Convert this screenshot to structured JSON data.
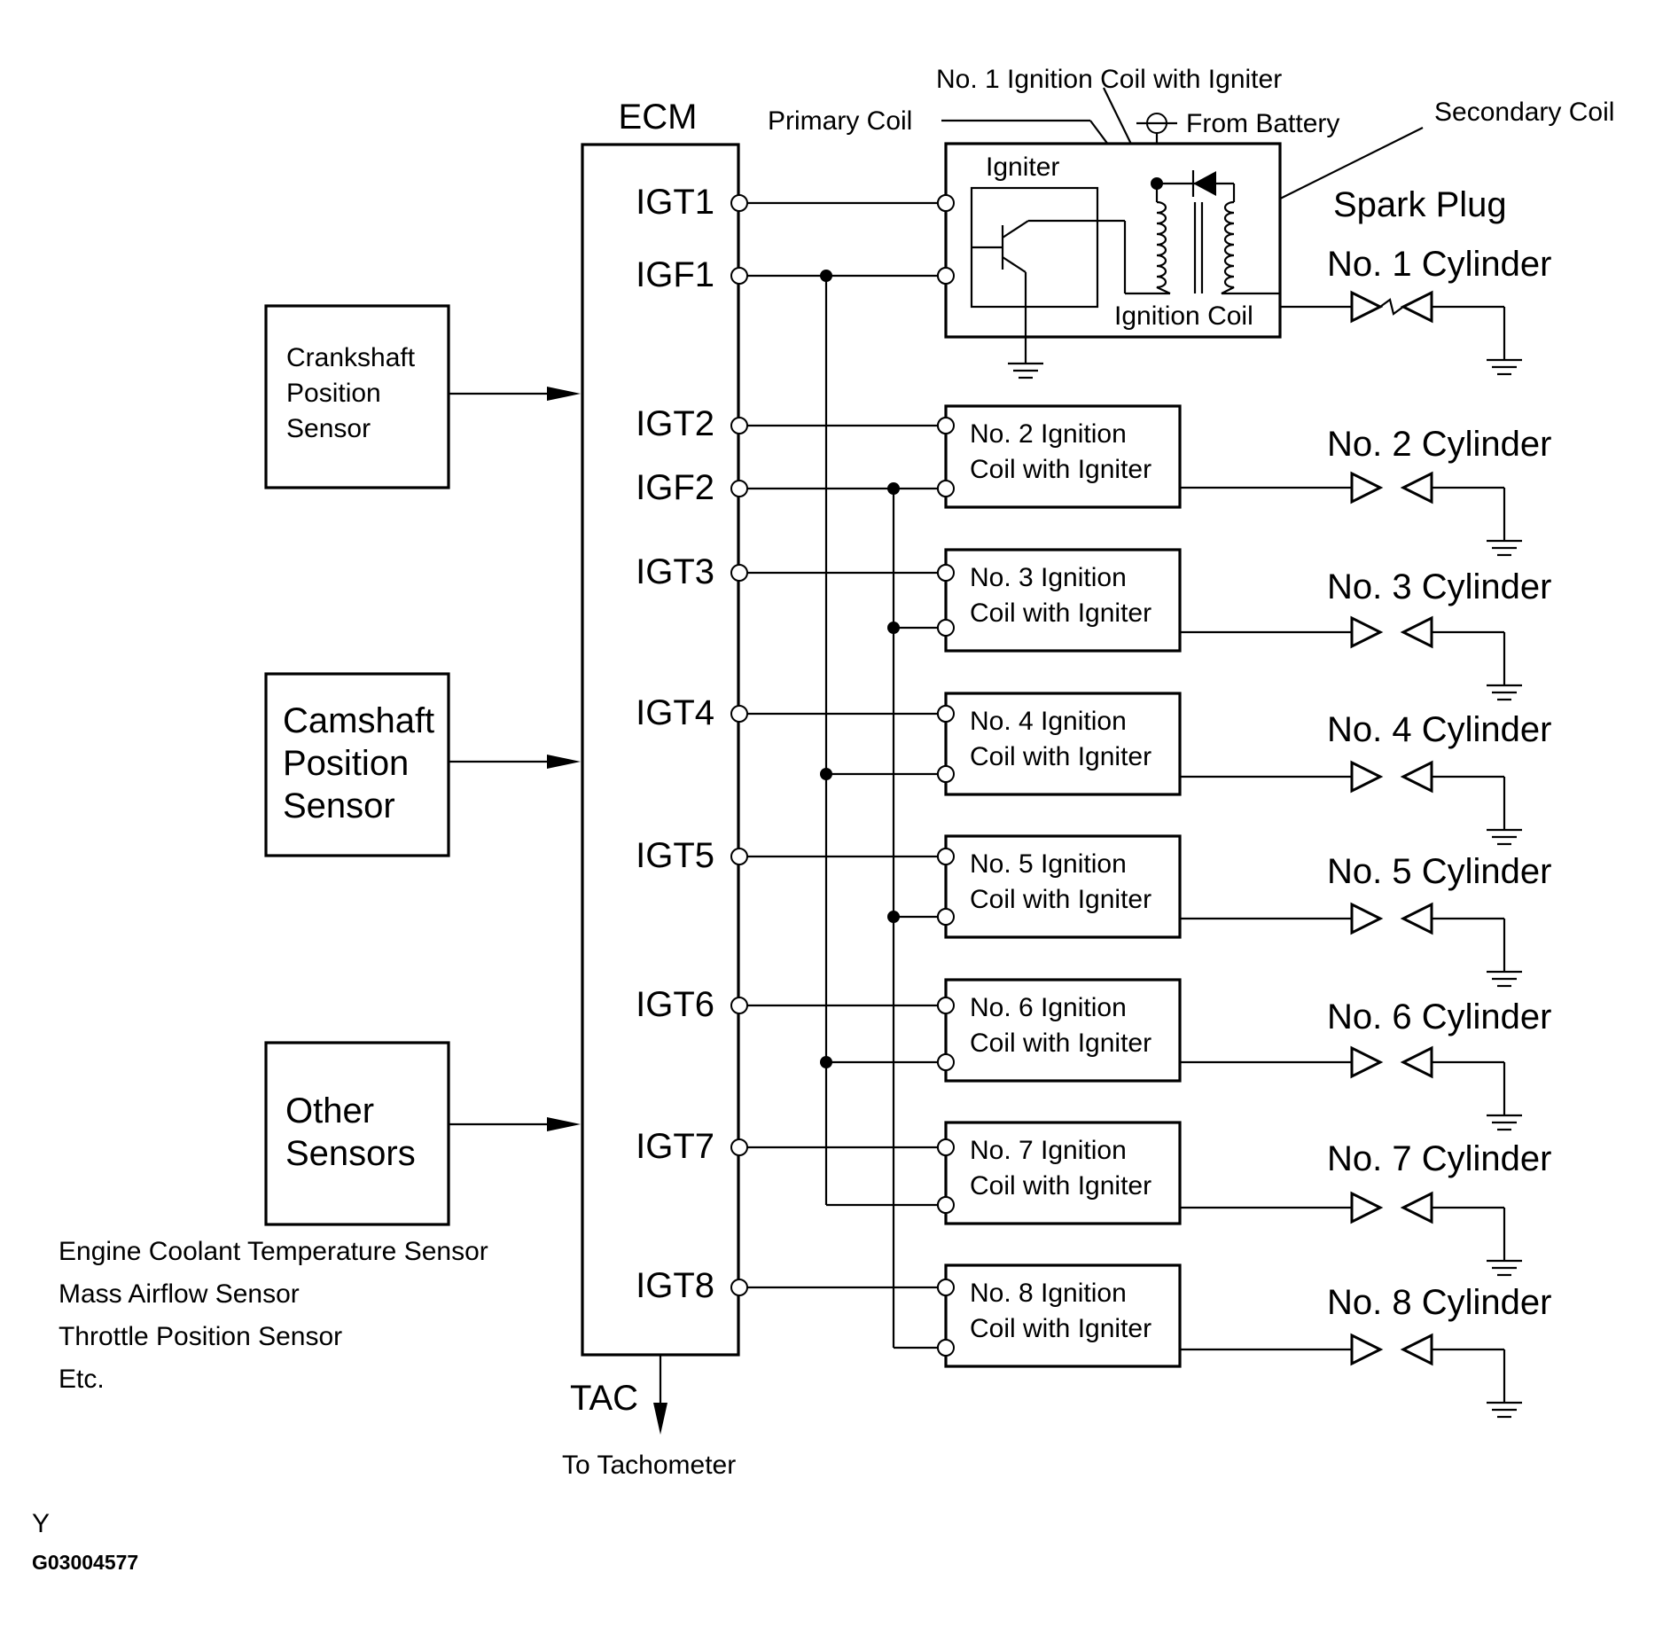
{
  "ecm": {
    "title": "ECM",
    "pins": [
      "IGT1",
      "IGF1",
      "IGT2",
      "IGF2",
      "IGT3",
      "IGT4",
      "IGT5",
      "IGT6",
      "IGT7",
      "IGT8"
    ],
    "tac_label": "TAC",
    "tac_destination": "To Tachometer"
  },
  "sensors": {
    "crankshaft": [
      "Crankshaft",
      "Position",
      "Sensor"
    ],
    "camshaft": [
      "Camshaft",
      "Position",
      "Sensor"
    ],
    "other": [
      "Other",
      "Sensors"
    ],
    "other_list": [
      "Engine Coolant Temperature Sensor",
      "Mass Airflow Sensor",
      "Throttle Position Sensor",
      "Etc."
    ]
  },
  "coil1": {
    "title": "No. 1 Ignition Coil with Igniter",
    "primary_coil": "Primary Coil",
    "secondary_coil": "Secondary Coil",
    "from_battery": "From Battery",
    "igniter": "Igniter",
    "ignition_coil": "Ignition Coil",
    "spark_plug": "Spark Plug"
  },
  "coils": [
    [
      "No. 2 Ignition",
      "Coil with Igniter"
    ],
    [
      "No. 3 Ignition",
      "Coil with Igniter"
    ],
    [
      "No. 4 Ignition",
      "Coil with Igniter"
    ],
    [
      "No. 5 Ignition",
      "Coil with Igniter"
    ],
    [
      "No. 6 Ignition",
      "Coil with Igniter"
    ],
    [
      "No. 7 Ignition",
      "Coil with Igniter"
    ],
    [
      "No. 8 Ignition",
      "Coil with Igniter"
    ]
  ],
  "cylinders": [
    "No. 1 Cylinder",
    "No. 2 Cylinder",
    "No. 3 Cylinder",
    "No. 4 Cylinder",
    "No. 5 Cylinder",
    "No. 6 Cylinder",
    "No. 7 Cylinder",
    "No. 8 Cylinder"
  ],
  "footer": {
    "mark": "Y",
    "code": "G03004577"
  }
}
